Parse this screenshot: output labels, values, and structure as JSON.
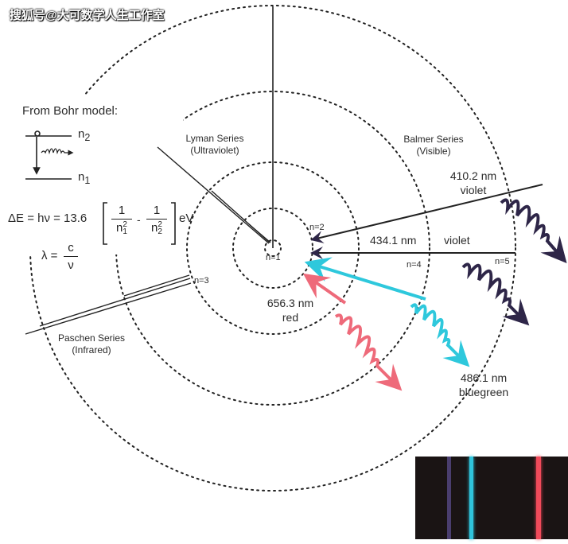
{
  "watermark": "搜狐号@大可数学人生工作室",
  "bohr": {
    "heading": "From Bohr model:",
    "upper_level": "n",
    "upper_sub": "2",
    "lower_level": "n",
    "lower_sub": "1",
    "eq_left": "ΔE = hν = 13.6",
    "one_a": "1",
    "den_a": "n",
    "den_a_sup": "2",
    "den_a_sub": "1",
    "minus": "-",
    "one_b": "1",
    "den_b": "n",
    "den_b_sup": "2",
    "den_b_sub": "2",
    "unit": "eV",
    "lambda_left": "λ =",
    "lambda_num": "c",
    "lambda_den": "ν"
  },
  "levels": {
    "n1": "n=1",
    "n2": "n=2",
    "n3": "n=3",
    "n4": "n=4",
    "n5": "n=5"
  },
  "series": {
    "lyman_name": "Lyman Series",
    "lyman_band": "(Ultraviolet)",
    "balmer_name": "Balmer Series",
    "balmer_band": "(Visible)",
    "paschen_name": "Paschen Series",
    "paschen_band": "(Infrared)"
  },
  "lines": [
    {
      "wavelength": "410.2 nm",
      "color_name": "violet",
      "color": "#2e2648"
    },
    {
      "wavelength": "434.1 nm",
      "color_name": "violet",
      "color": "#2e2648"
    },
    {
      "wavelength": "486.1 nm",
      "color_name": "bluegreen",
      "color": "#2ec8dc"
    },
    {
      "wavelength": "656.3 nm",
      "color_name": "red",
      "color": "#ee6a7a"
    }
  ],
  "spectrum_colors": {
    "background": "#1a1414",
    "violet": "#4a3e6e",
    "cyan": "#2fc4dc",
    "red": "#f04a5a"
  }
}
